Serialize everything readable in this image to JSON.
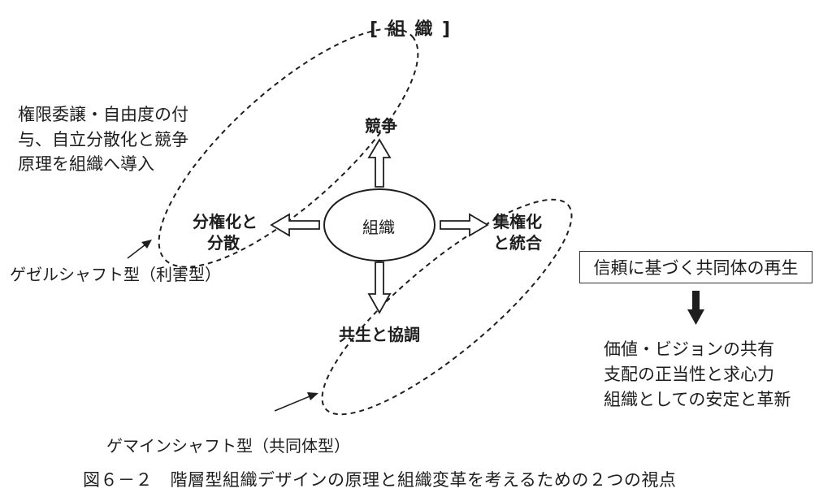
{
  "title": "[ 組 織 ]",
  "center_label": "組織",
  "nodes": {
    "top": "競争",
    "left_line1": "分権化と",
    "left_line2": "分散",
    "right_line1": "集権化",
    "right_line2": "と統合",
    "bottom": "共生と協調"
  },
  "left_note": [
    "権限委譲・自由度の付",
    "与、自立分散化と競争",
    "原理を組織へ導入"
  ],
  "gesell_label": "ゲゼルシャフト型（利害型）",
  "gemein_label": "ゲマインシャフト型（共同体型）",
  "boxed_text": "信頼に基づく共同体の再生",
  "right_list": [
    "価値・ビジョンの共有",
    "支配の正当性と求心力",
    "組織としての安定と革新"
  ],
  "caption": "図６－２　階層型組織デザインの原理と組織変革を考えるための２つの視点",
  "colors": {
    "ink": "#1e1e1e",
    "background": "#ffffff"
  }
}
